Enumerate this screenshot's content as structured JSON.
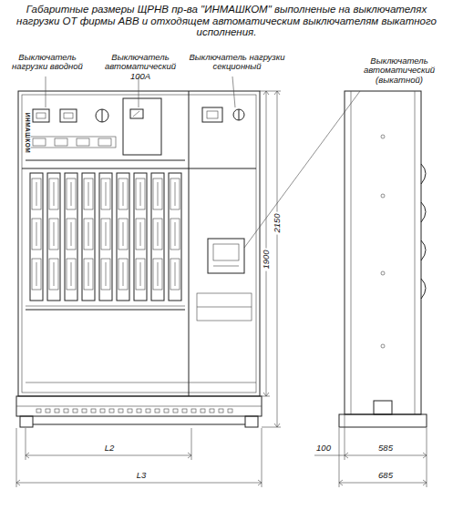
{
  "diagram": {
    "title": "Габаритные размеры ЩРНВ пр-ва \"ИНМАШКОМ\" выполненые на выключателях нагрузки ОТ фирмы АВВ и отходящем автоматическим выключателям выкатного исполнения.",
    "labels": [
      "Выключатель нагрузки вводной",
      "Выключатель автоматический 100А",
      "Выключатель нагрузки секционный",
      "Выключатель автоматический (выкатной)",
      "ИНМАШКОМ",
      "1900",
      "2150",
      "L2",
      "L3",
      "100",
      "585",
      "685"
    ]
  }
}
